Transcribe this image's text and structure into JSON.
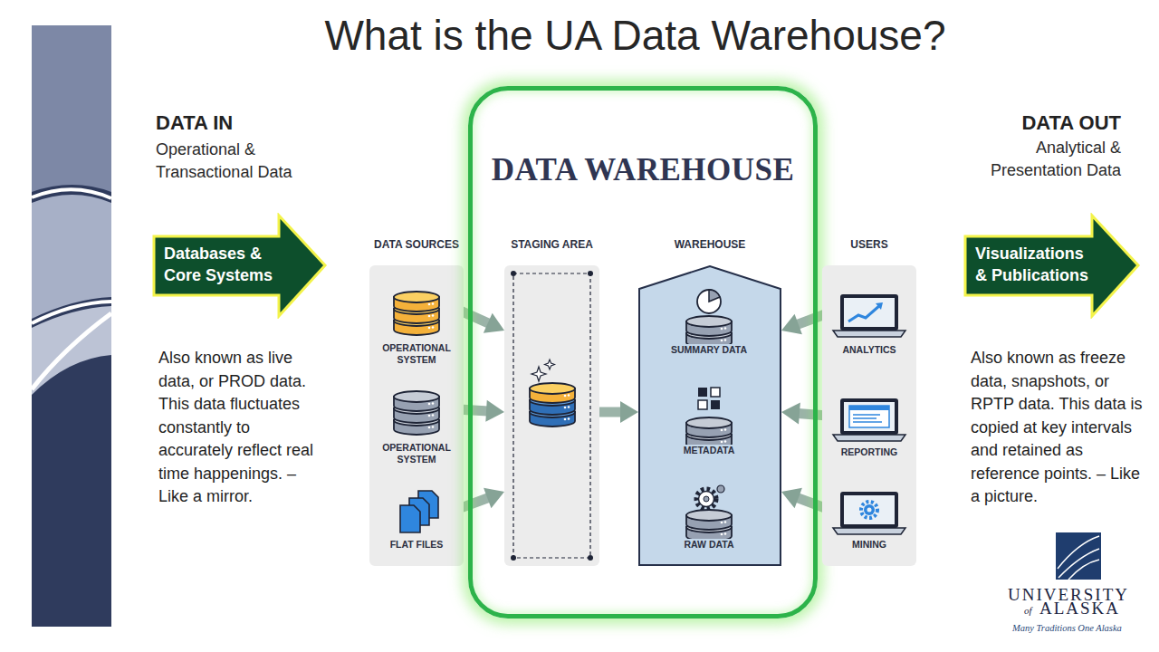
{
  "diagram": {
    "title": "What is the UA Data Warehouse?",
    "nodes": [
      {
        "text": [
          "Databases & Core Systems"
        ]
      },
      {
        "text": [
          "DATA SOURCES"
        ]
      },
      {
        "text": [
          "OPERATIONAL SYSTEM"
        ],
        "in": 1
      },
      {
        "text": [
          "OPERATIONAL SYSTEM"
        ],
        "in": 1
      },
      {
        "text": [
          "FLAT FILES"
        ],
        "in": 1
      },
      {
        "text": [
          "DATA WAREHOUSE"
        ]
      },
      {
        "text": [
          "STAGING AREA"
        ],
        "in": 5
      },
      {
        "text": [
          "WAREHOUSE"
        ],
        "in": 5
      },
      {
        "text": [
          "SUMMARY DATA"
        ],
        "in": 7
      },
      {
        "text": [
          "METADATA"
        ],
        "in": 7
      },
      {
        "text": [
          "RAW DATA"
        ],
        "in": 7
      },
      {
        "text": [
          "USERS"
        ]
      },
      {
        "text": [
          "ANALYTICS"
        ],
        "in": 11
      },
      {
        "text": [
          "REPORTING"
        ],
        "in": 11
      },
      {
        "text": [
          "MINING"
        ],
        "in": 11
      },
      {
        "text": [
          "Visualizations & Publications"
        ]
      }
    ],
    "edges": [
      {
        "from": 2,
        "to": 6,
        "arrow": "to"
      },
      {
        "from": 3,
        "to": 6,
        "arrow": "to"
      },
      {
        "from": 4,
        "to": 6,
        "arrow": "to"
      },
      {
        "from": 6,
        "to": 7,
        "arrow": "to"
      },
      {
        "from": 12,
        "to": 7,
        "arrow": "to"
      },
      {
        "from": 13,
        "to": 7,
        "arrow": "to"
      },
      {
        "from": 14,
        "to": 7,
        "arrow": "to"
      }
    ],
    "labels": [
      "DATA IN",
      "Operational & Transactional Data",
      "Also known as live data, or PROD data. This data fluctuates constantly to accurately reflect real time happenings. – Like a mirror.",
      "DATA OUT",
      "Analytical & Presentation Data",
      "Also known as freeze data, snapshots, or RPTP data. This data is copied at key intervals and retained as reference points. – Like a picture.",
      "UNIVERSITY",
      "of",
      "ALASKA",
      "Many Traditions One Alaska"
    ]
  }
}
